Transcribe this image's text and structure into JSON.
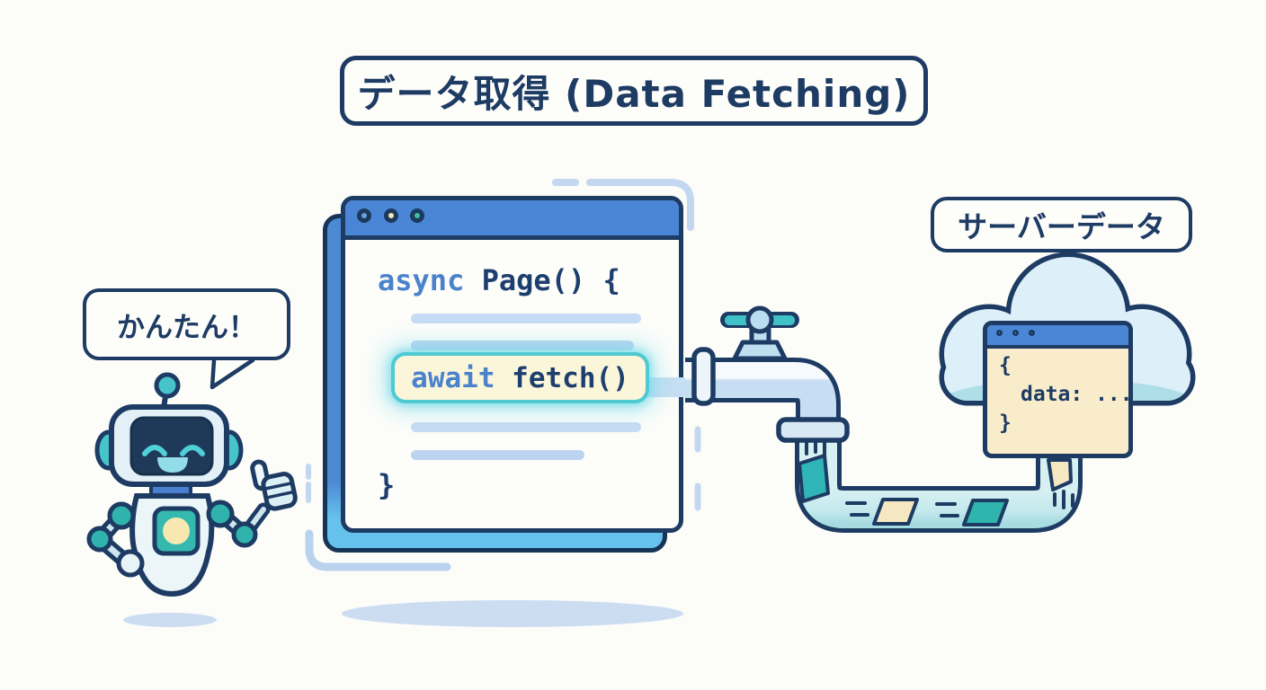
{
  "title": "データ取得 (Data Fetching)",
  "speech_bubble": "かんたん！",
  "browser_window": {
    "window_controls": [
      "#6b9fe0",
      "#f5e5b8",
      "#3dbfa4"
    ],
    "code": {
      "line1": {
        "keyword": "async",
        "rest": " Page() {"
      },
      "highlight": {
        "keyword": "await",
        "rest": " fetch()"
      },
      "closing_brace": "}"
    }
  },
  "server": {
    "label": "サーバーデータ",
    "window_controls": [
      "#66c0d8",
      "#f5e5b8",
      "#35b8a0"
    ],
    "payload": {
      "open_brace": "{",
      "body": "data: ...",
      "close_brace": "}"
    }
  },
  "colors": {
    "outline_navy": "#1d3b63",
    "window_blue": "#4a86d5",
    "keyword_blue": "#4a82cc",
    "code_navy": "#1d3f6e",
    "teal": "#35b8ae",
    "cream": "#f8ecca",
    "pipe_water_blue": "#c7def2",
    "pipe_water_teal": "#a6dbe1",
    "highlight_glow": "#4fc9d2",
    "shadow_blue": "#ccddf2"
  }
}
